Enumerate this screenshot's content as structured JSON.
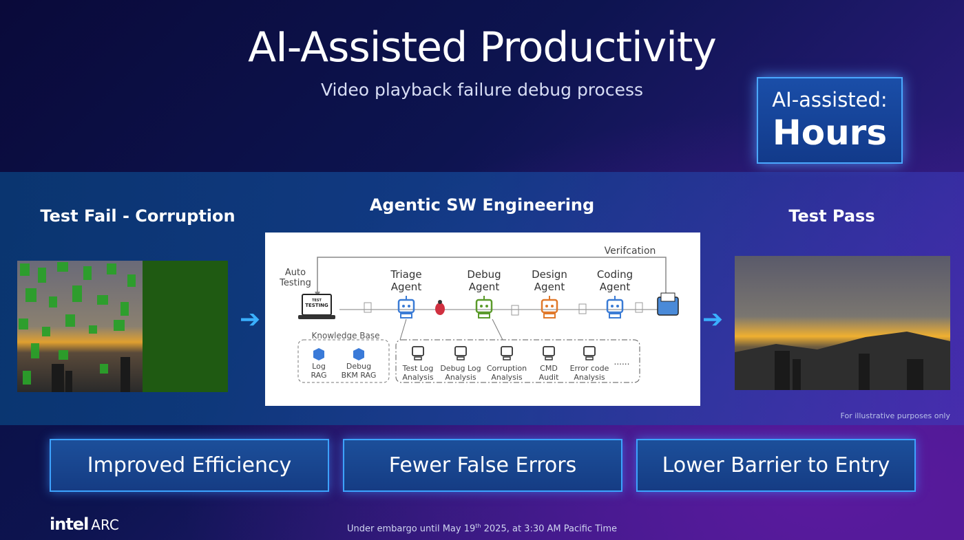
{
  "title": "AI-Assisted Productivity",
  "subtitle": "Video playback failure debug process",
  "ai_box": {
    "label": "AI-assisted:",
    "value": "Hours"
  },
  "columns": {
    "fail": "Test Fail - Corruption",
    "agentic": "Agentic SW Engineering",
    "pass": "Test Pass"
  },
  "diagram": {
    "verification": "Verifcation",
    "auto_testing": [
      "Auto",
      "Testing"
    ],
    "laptop_text": [
      "TEST",
      "TESTING"
    ],
    "agents": [
      {
        "line1": "Triage",
        "line2": "Agent",
        "color": "#3a7bd5"
      },
      {
        "line1": "Debug",
        "line2": "Agent",
        "color": "#5a9a2a"
      },
      {
        "line1": "Design",
        "line2": "Agent",
        "color": "#e0782a"
      },
      {
        "line1": "Coding",
        "line2": "Agent",
        "color": "#3a7bd5"
      }
    ],
    "knowledge_base": {
      "title": "Knowledge Base",
      "items": [
        {
          "line1": "Log",
          "line2": "RAG"
        },
        {
          "line1": "Debug",
          "line2": "BKM RAG"
        }
      ]
    },
    "subagents": [
      {
        "line1": "Test Log",
        "line2": "Analysis"
      },
      {
        "line1": "Debug Log",
        "line2": "Analysis"
      },
      {
        "line1": "Corruption",
        "line2": "Analysis"
      },
      {
        "line1": "CMD",
        "line2": "Audit"
      },
      {
        "line1": "Error code",
        "line2": "Analysis"
      }
    ],
    "ellipsis": "......"
  },
  "note": "For illustrative purposes only",
  "benefits": [
    "Improved Efficiency",
    "Fewer False Errors",
    "Lower Barrier to Entry"
  ],
  "logo": {
    "brand": "intel",
    "product": "ARC"
  },
  "embargo": {
    "before": "Under embargo until May 19",
    "sup": "th",
    "after": " 2025, at 3:30 AM Pacific Time"
  }
}
